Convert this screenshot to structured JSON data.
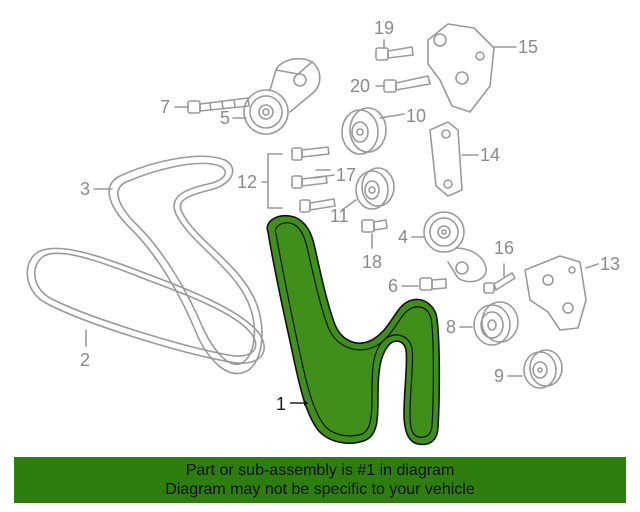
{
  "diagram": {
    "highlight_color": "#3f8f1a",
    "footer_color": "#2e7d0f",
    "callouts": {
      "c1": "1",
      "c2": "2",
      "c3": "3",
      "c4": "4",
      "c5": "5",
      "c6": "6",
      "c7": "7",
      "c8": "8",
      "c9": "9",
      "c10": "10",
      "c11": "11",
      "c12": "12",
      "c13": "13",
      "c14": "14",
      "c15": "15",
      "c16": "16",
      "c17": "17",
      "c18": "18",
      "c19": "19",
      "c20": "20"
    }
  },
  "notice": {
    "line1": "Part or sub-assembly is #1 in diagram",
    "line2": "Diagram may not be specific to your vehicle"
  }
}
